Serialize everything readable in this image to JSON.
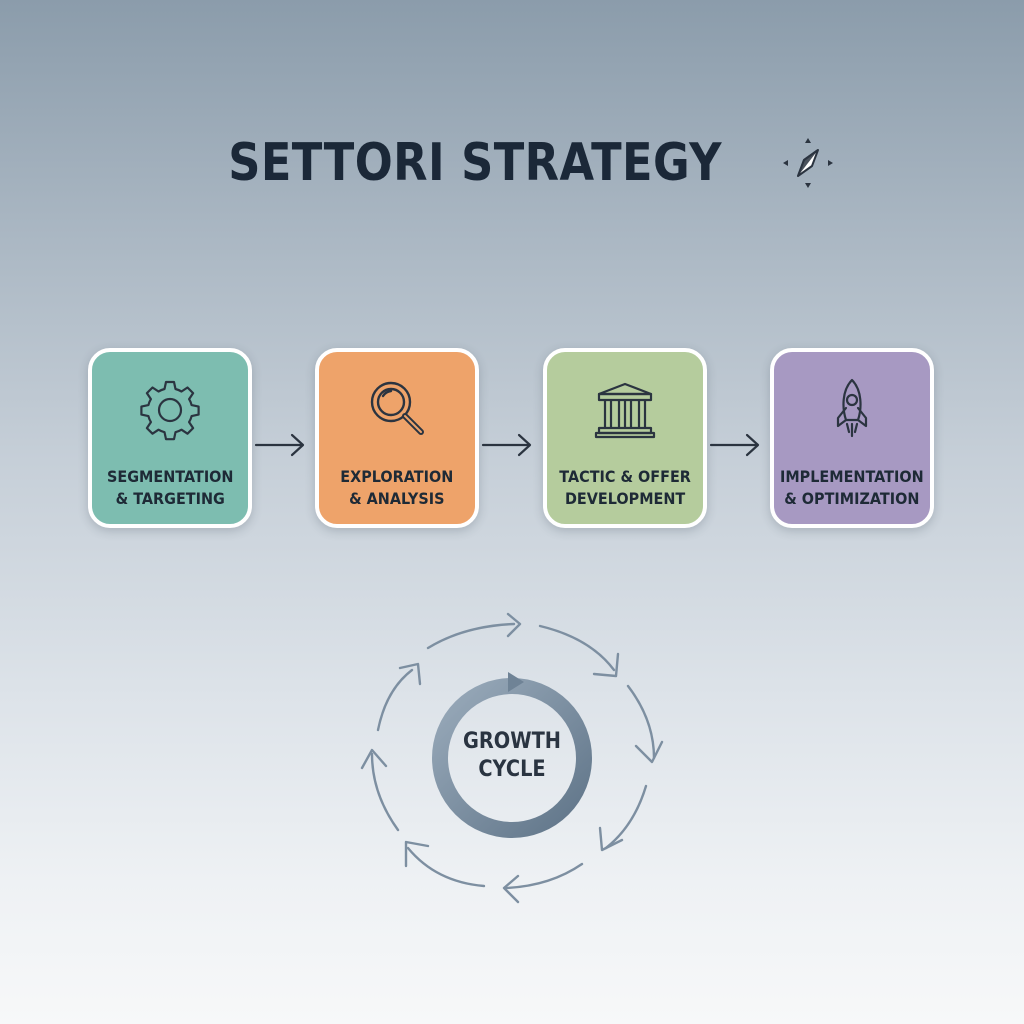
{
  "title": "SETTORI STRATEGY",
  "steps": [
    {
      "icon": "gear-icon",
      "line1": "SEGMENTATION",
      "line2": "& TARGETING",
      "color": "#7dbdb0"
    },
    {
      "icon": "magnifier-icon",
      "line1": "EXPLORATION",
      "line2": "& ANALYSIS",
      "color": "#eea36a"
    },
    {
      "icon": "institution-icon",
      "line1": "TACTIC & OFFER",
      "line2": "DEVELOPMENT",
      "color": "#b5cc9d"
    },
    {
      "icon": "rocket-icon",
      "line1": "IMPLEMENTATION",
      "line2": "& OPTIMIZATION",
      "color": "#a799c2"
    }
  ],
  "cycle": {
    "line1": "GROWTH",
    "line2": "CYCLE"
  },
  "colors": {
    "title": "#1b2838",
    "arrow": "#2b3440",
    "cycle_outer_arrows": "#7d8fa1",
    "cycle_ring": "#6f8396"
  }
}
